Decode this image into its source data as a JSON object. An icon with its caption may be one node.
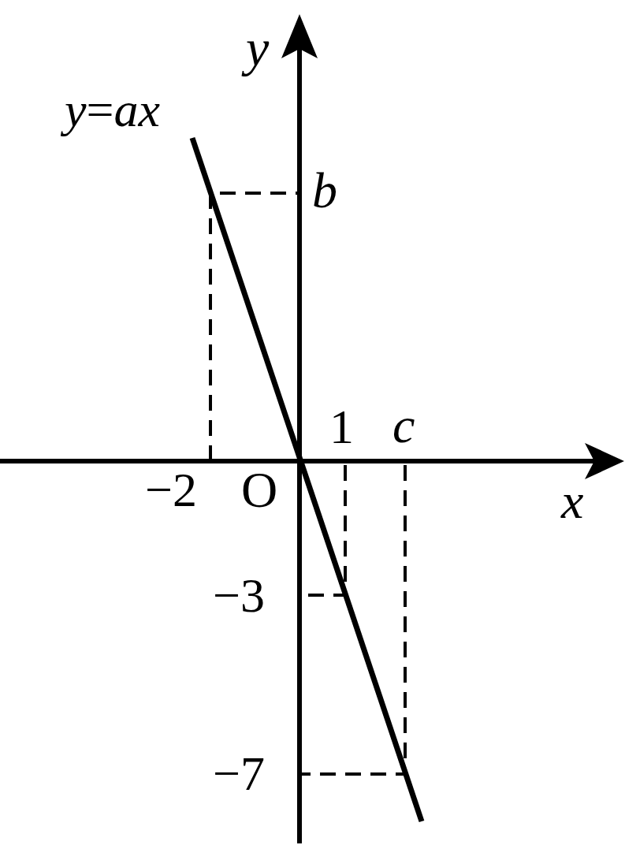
{
  "diagram": {
    "labels": [
      "*y*",
      "*y*=*ax*",
      "*b*",
      "1",
      "*c*",
      "−2",
      "O",
      "*x*",
      "−3",
      "−7"
    ]
  }
}
